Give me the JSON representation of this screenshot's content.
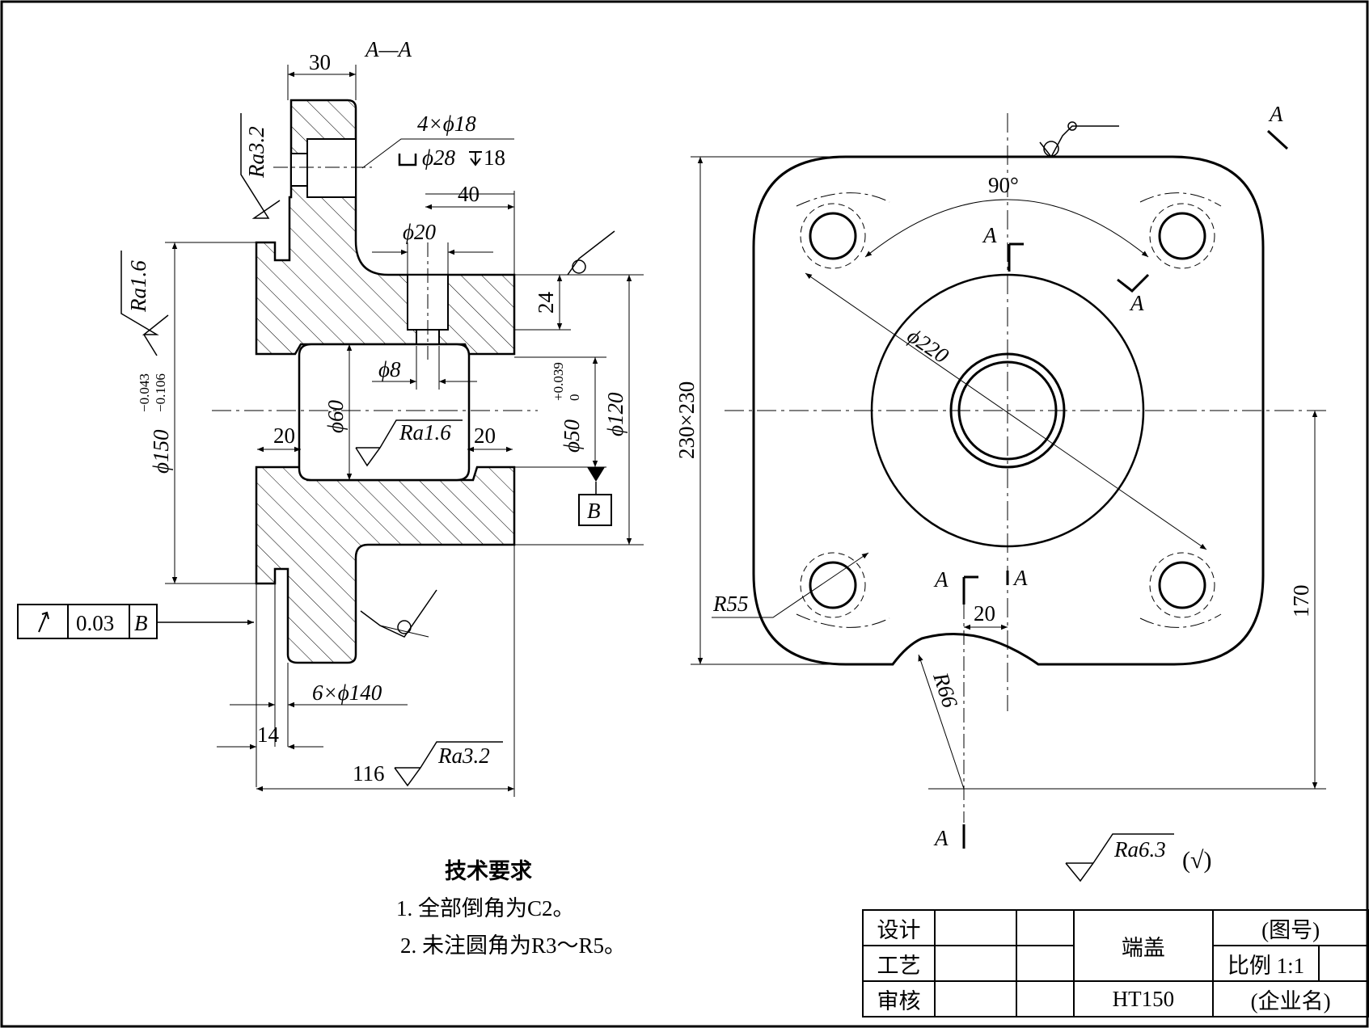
{
  "section_label": "A—A",
  "dims_left": {
    "flange_width": "30",
    "holes_count": "4×ϕ18",
    "counterbore": "ϕ28",
    "counterbore_depth": "18",
    "boss_offset": "40",
    "hole_dia": "ϕ20",
    "hole_depth": "24",
    "small_hole": "ϕ8",
    "bore_dia": "ϕ60",
    "chamfer_left": "20",
    "chamfer_right": "20",
    "bore_tol_dia": "ϕ50",
    "bore_tol_upper": "+0.039",
    "bore_tol_lower": "0",
    "boss_dia": "ϕ120",
    "spigot_dia": "ϕ150",
    "spigot_tol_upper": "−0.043",
    "spigot_tol_lower": "−0.106",
    "groove_dia": "6×ϕ140",
    "groove_width": "14",
    "total_length": "116"
  },
  "roughness": {
    "ra32_flange": "Ra3.2",
    "ra16_spigot": "Ra1.6",
    "ra16_bore": "Ra1.6",
    "ra32_length": "Ra3.2",
    "ra63_general": "Ra6.3",
    "other_symbol": "(√)"
  },
  "datum": {
    "label": "B"
  },
  "tolerance_frame": {
    "value": "0.03",
    "datum": "B"
  },
  "dims_right": {
    "angle": "90°",
    "pcd": "ϕ220",
    "corner_radius": "R55",
    "square_size": "230×230",
    "slot_width": "20",
    "slot_radius": "R66",
    "height_170": "170",
    "view_arrow_label": "A"
  },
  "notes": {
    "title": "技术要求",
    "line1": "1. 全部倒角为C2。",
    "line2": "2. 未注圆角为R3～R5。"
  },
  "title_block": {
    "design": "设计",
    "process": "工艺",
    "review": "审核",
    "part_name": "端盖",
    "material": "HT150",
    "drawing_no": "(图号)",
    "scale_label": "比例",
    "scale_value": "1:1",
    "company": "(企业名)"
  },
  "colors": {
    "line": "#000000",
    "paper": "#ffffff"
  }
}
